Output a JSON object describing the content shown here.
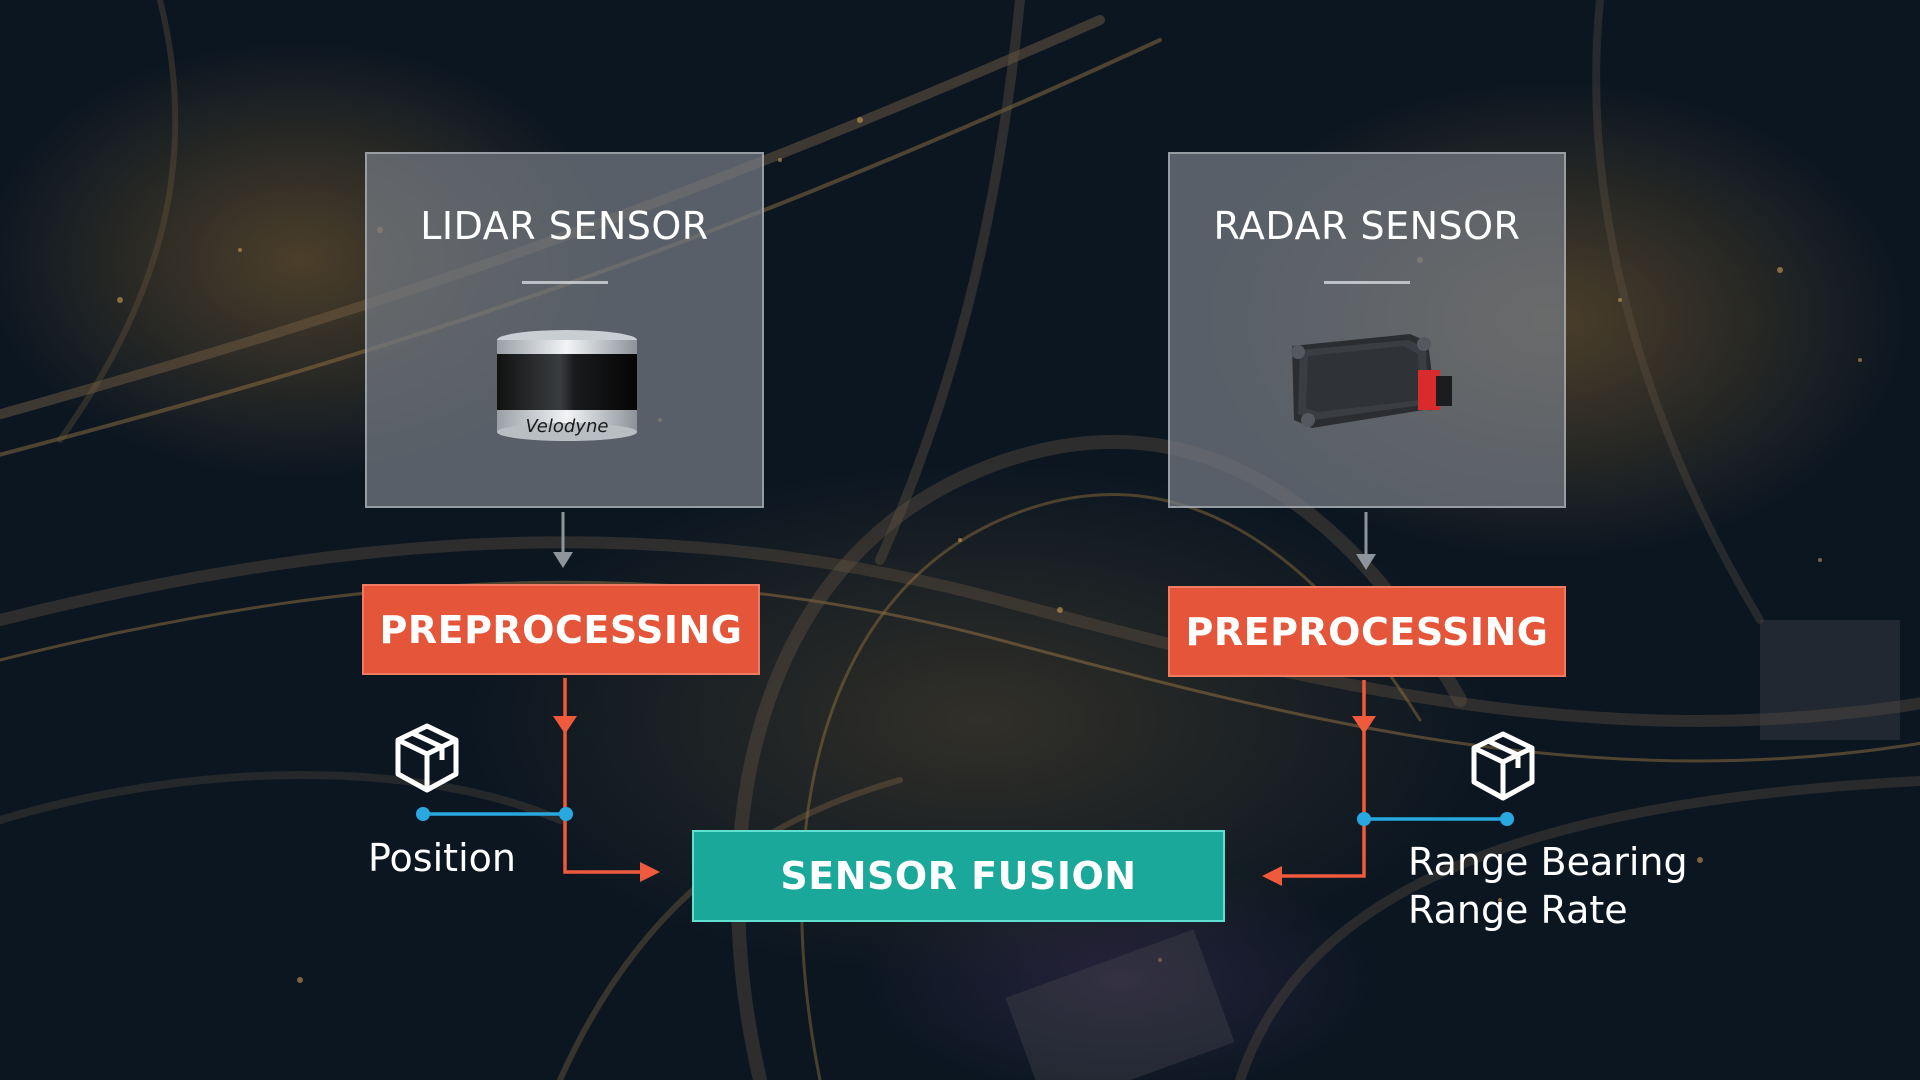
{
  "lidar": {
    "title": "LIDAR SENSOR",
    "device_icon": "velodyne-lidar-icon",
    "device_brand": "Velodyne",
    "preprocessing": "PREPROCESSING",
    "output_label": "Position"
  },
  "radar": {
    "title": "RADAR SENSOR",
    "device_icon": "radar-module-icon",
    "preprocessing": "PREPROCESSING",
    "output_lines": [
      "Range Bearing",
      "Range Rate"
    ]
  },
  "fusion": {
    "label": "SENSOR FUSION"
  },
  "colors": {
    "preprocessing": "#e4553a",
    "fusion": "#1aa89a",
    "arrow": "#ef5a3c",
    "connector": "#29a8e0",
    "sensor_box": "#767c84",
    "background": "#0b1621"
  }
}
